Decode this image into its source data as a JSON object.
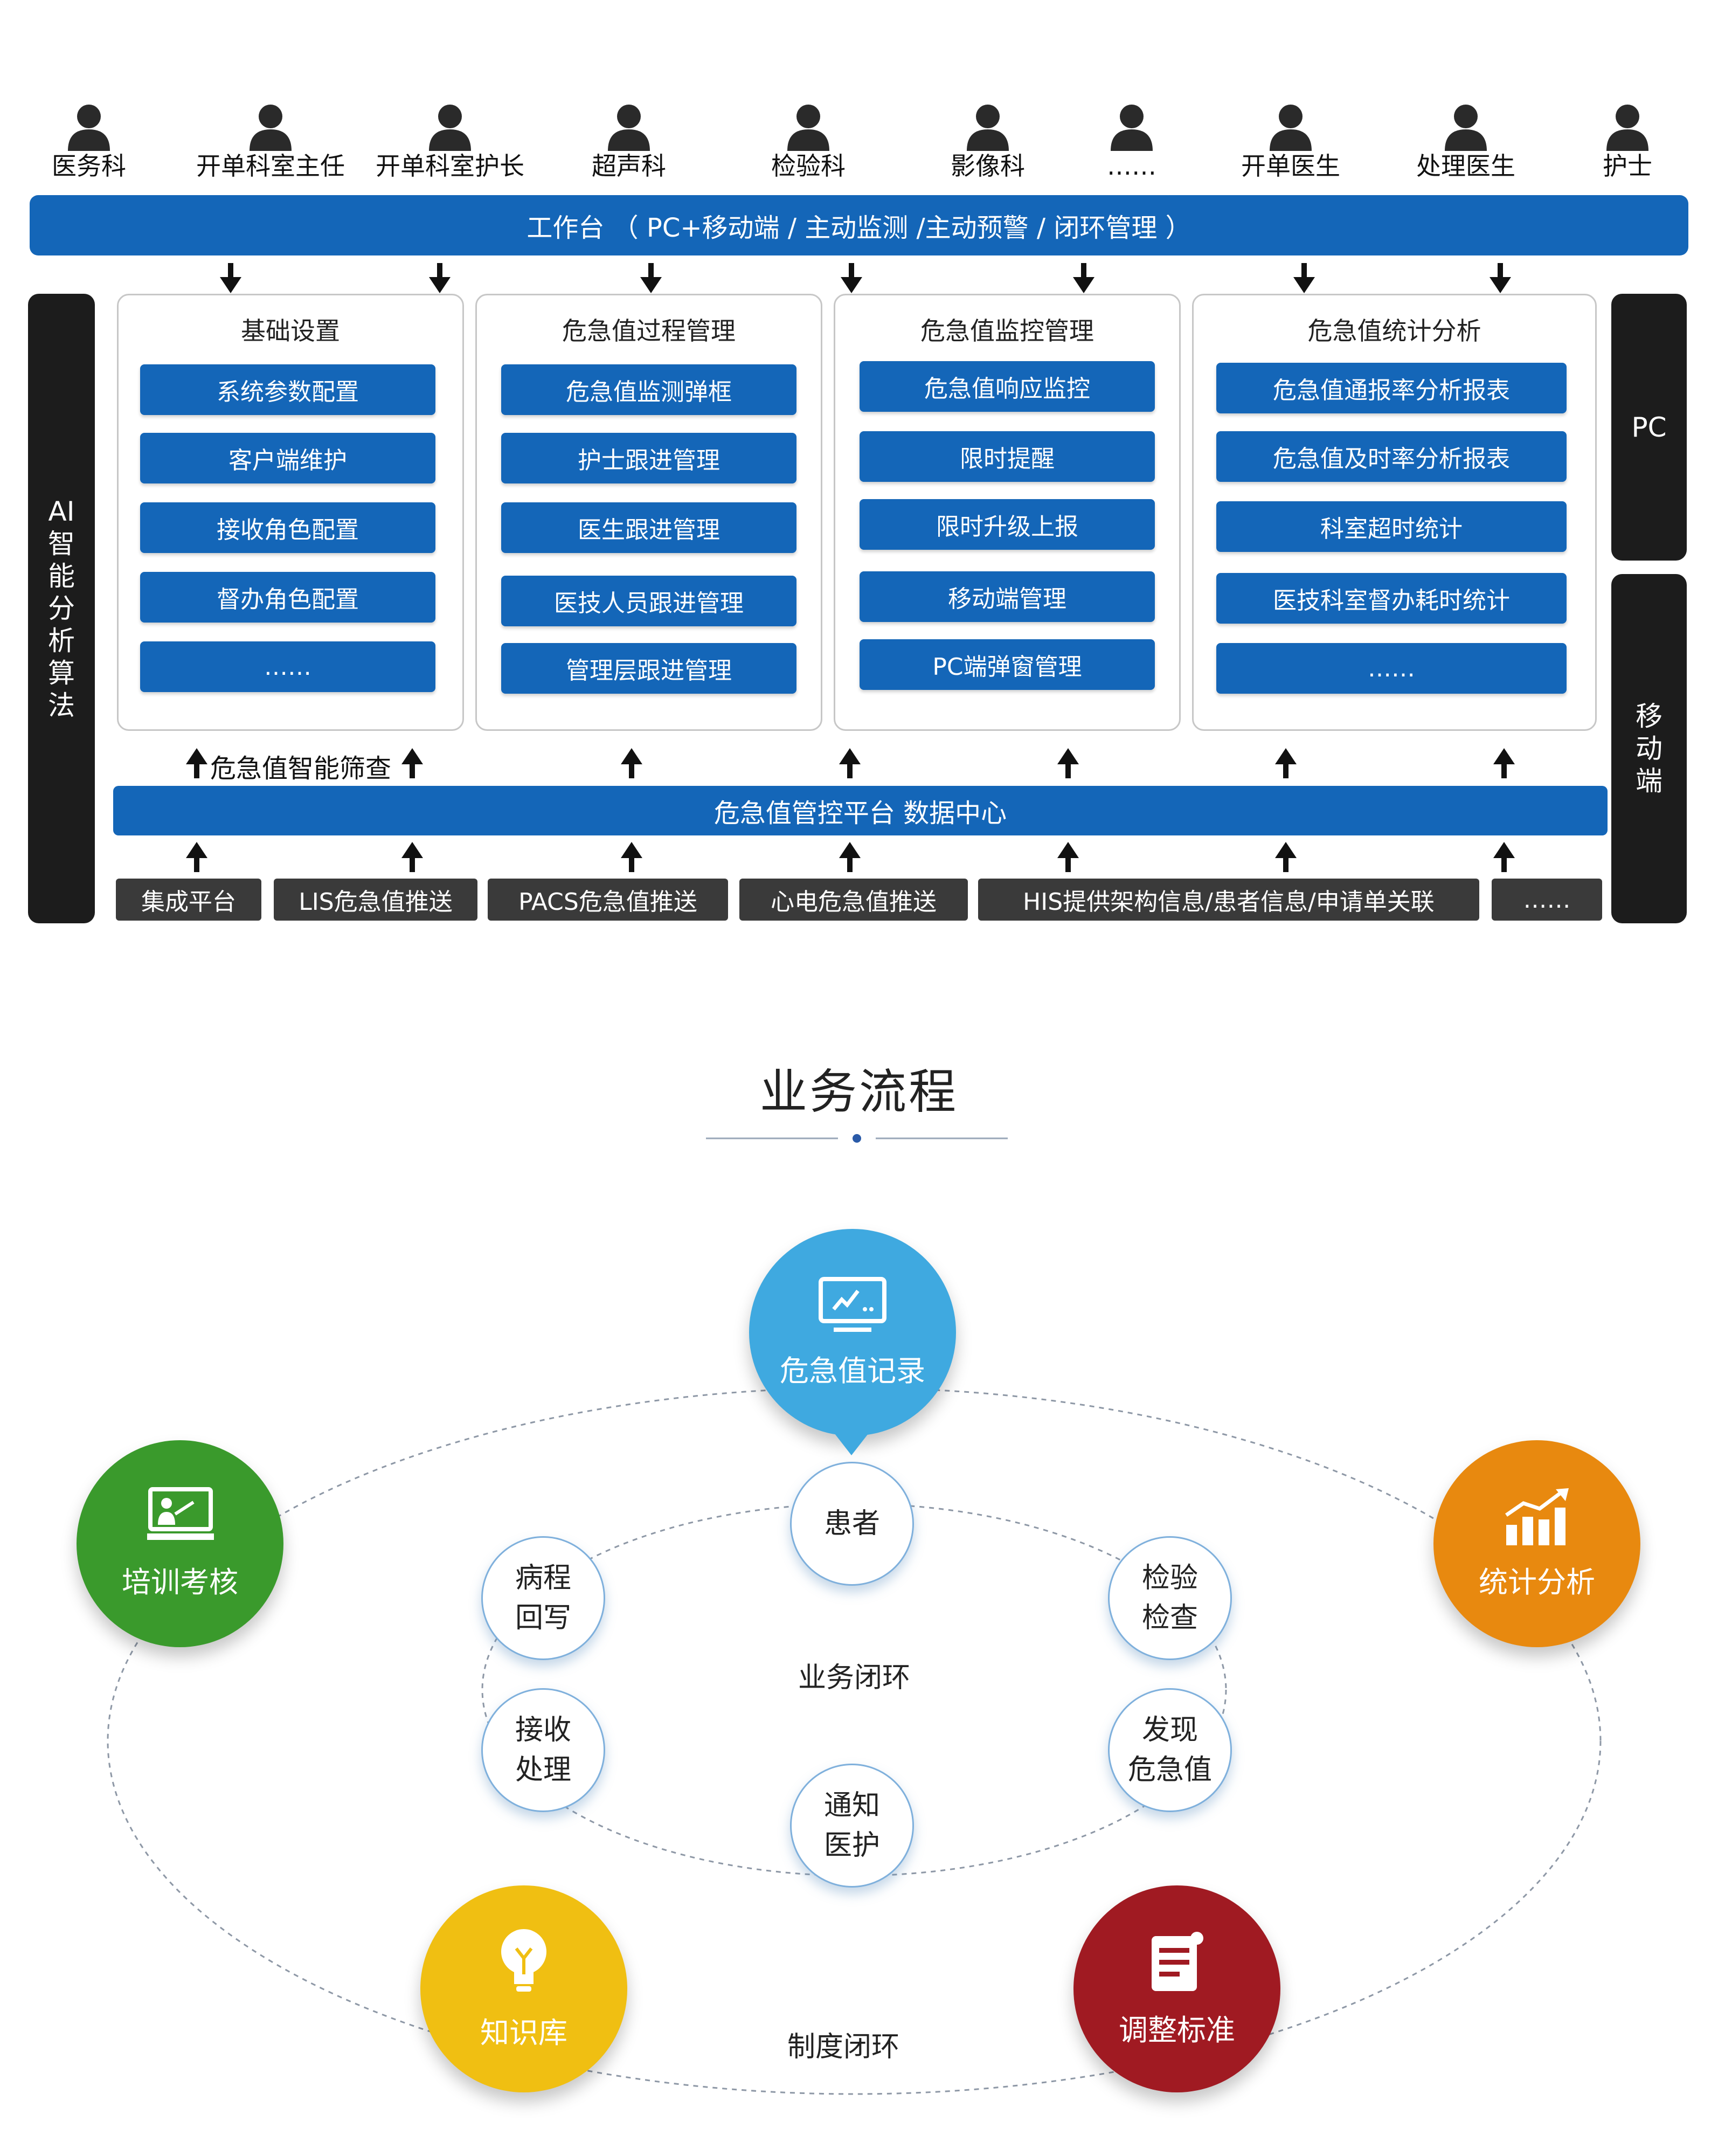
{
  "roles": [
    "医务科",
    "开单科室主任",
    "开单科室护长",
    "超声科",
    "检验科",
    "影像科",
    "……",
    "开单医生",
    "处理医生",
    "护士"
  ],
  "workbench": "工作台  （ PC+移动端 / 主动监测 /主动预警 / 闭环管理 ）",
  "left_panel": "AI 智 能 分 析 算 法",
  "right_panels": [
    "PC",
    "移 动 端"
  ],
  "modules": [
    {
      "title": "基础设置",
      "items": [
        "系统参数配置",
        "客户端维护",
        "接收角色配置",
        "督办角色配置",
        "……"
      ]
    },
    {
      "title": "危急值过程管理",
      "items": [
        "危急值监测弹框",
        "护士跟进管理",
        "医生跟进管理",
        "医技人员跟进管理",
        "管理层跟进管理"
      ]
    },
    {
      "title": "危急值监控管理",
      "items": [
        "危急值响应监控",
        "限时提醒",
        "限时升级上报",
        "移动端管理",
        "PC端弹窗管理"
      ]
    },
    {
      "title": "危急值统计分析",
      "items": [
        "危急值通报率分析报表",
        "危急值及时率分析报表",
        "科室超时统计",
        "医技科室督办耗时统计",
        "……"
      ]
    }
  ],
  "smart_filter": "危急值智能筛查",
  "data_center": "危急值管控平台 数据中心",
  "sources": [
    "集成平台",
    "LIS危急值推送",
    "PACS危急值推送",
    "心电危急值推送",
    "HIS提供架构信息/患者信息/申请单关联",
    "……"
  ],
  "process": {
    "title": "业务流程",
    "inner_loop_label": "业务闭环",
    "outer_loop_label": "制度闭环",
    "inner_nodes": [
      "患者",
      "检验\n检查",
      "发现\n危急值",
      "通知\n医护",
      "接收\n处理",
      "病程\n回写"
    ],
    "outer_nodes": [
      {
        "label": "危急值记录",
        "icon": "monitor-icon",
        "color": "#3fa9e0"
      },
      {
        "label": "统计分析",
        "icon": "bar-chart-icon",
        "color": "#e8890f"
      },
      {
        "label": "调整标准",
        "icon": "document-icon",
        "color": "#a01a22"
      },
      {
        "label": "知识库",
        "icon": "lightbulb-icon",
        "color": "#f0bf12"
      },
      {
        "label": "培训考核",
        "icon": "presentation-icon",
        "color": "#3a9a2c"
      }
    ]
  }
}
